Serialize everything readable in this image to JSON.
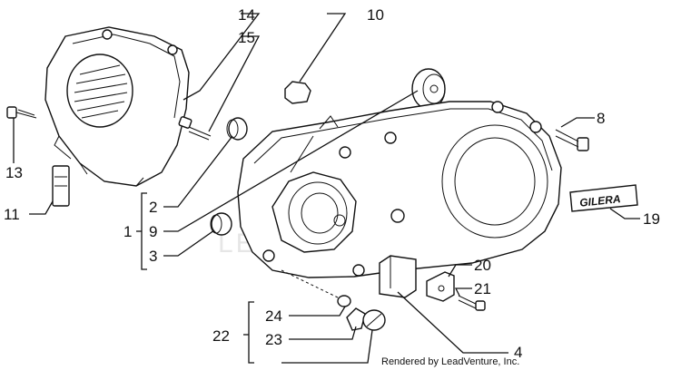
{
  "diagram": {
    "callouts": {
      "c1": "1",
      "c2": "2",
      "c3": "3",
      "c4": "4",
      "c8": "8",
      "c9": "9",
      "c10": "10",
      "c11": "11",
      "c13": "13",
      "c14": "14",
      "c15": "15",
      "c19": "19",
      "c20": "20",
      "c21": "21",
      "c22": "22",
      "c23": "23",
      "c24": "24"
    },
    "badge_text": "GILERA",
    "footer": "Rendered by LeadVenture, Inc.",
    "watermark": "LEADVENTURE"
  }
}
